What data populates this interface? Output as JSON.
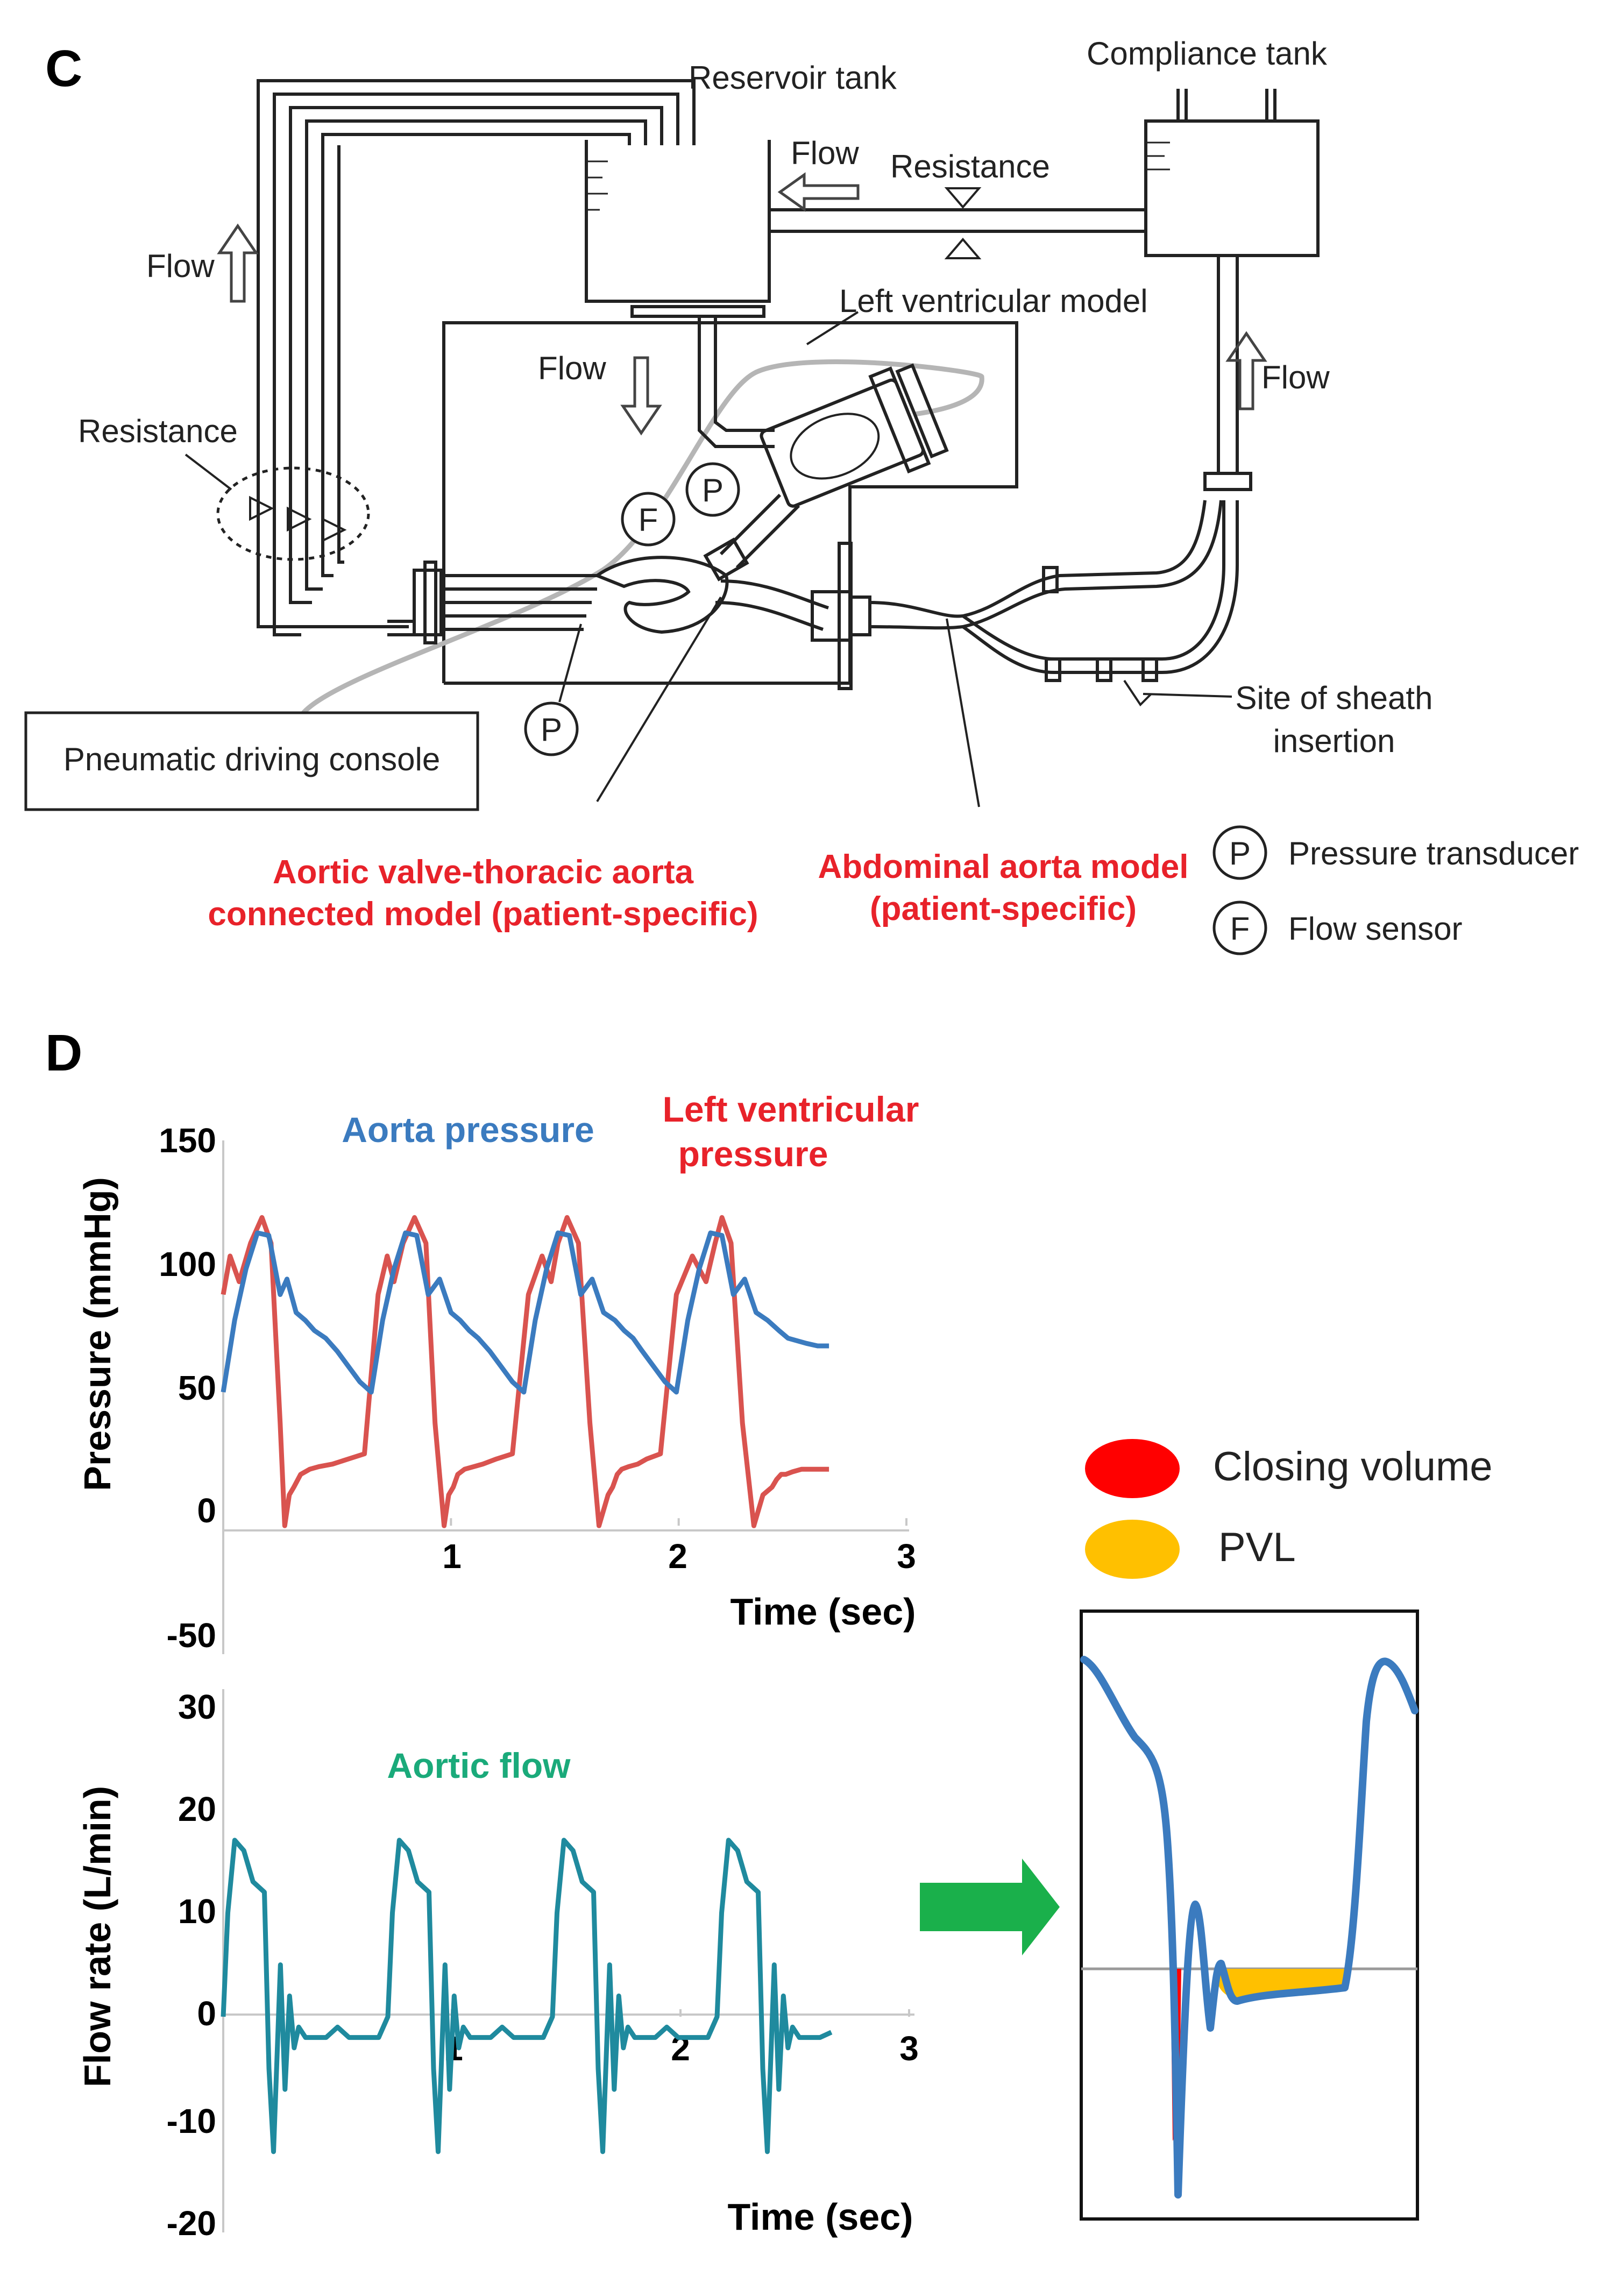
{
  "panels": {
    "c": "C",
    "d": "D"
  },
  "diagram": {
    "reservoir_tank": "Reservoir tank",
    "compliance_tank": "Compliance tank",
    "flow": "Flow",
    "resistance": "Resistance",
    "left_ventricular_model": "Left ventricular model",
    "pneumatic_console": "Pneumatic driving console",
    "site_sheath_line1": "Site of sheath",
    "site_sheath_line2": "insertion",
    "aortic_model_line1": "Aortic valve-thoracic aorta",
    "aortic_model_line2": "connected model (patient-specific)",
    "abdominal_model_line1": "Abdominal aorta model",
    "abdominal_model_line2": "(patient-specific)",
    "pressure_symbol": "P",
    "flow_symbol": "F",
    "legend_pressure": "Pressure transducer",
    "legend_flow": "Flow sensor",
    "colors": {
      "red_label": "#e8222a",
      "line": "#222222"
    }
  },
  "chart_data": [
    {
      "type": "line",
      "title": "",
      "xlabel": "Time (sec)",
      "ylabel": "Pressure  (mmHg)",
      "xlim": [
        0,
        3
      ],
      "ylim": [
        -50,
        150
      ],
      "x_ticks": [
        "1",
        "2",
        "3"
      ],
      "y_ticks": [
        "150",
        "100",
        "50",
        "0",
        "-50"
      ],
      "period_sec": 0.72,
      "series": [
        {
          "name": "Aorta pressure",
          "color": "#3b7bbf",
          "x": [
            0,
            0.05,
            0.1,
            0.15,
            0.2,
            0.25,
            0.28,
            0.32,
            0.36,
            0.4,
            0.45,
            0.5,
            0.55,
            0.6,
            0.65,
            0.7,
            0.75,
            0.8,
            0.85,
            0.9,
            0.95,
            1.0,
            1.04,
            1.08,
            1.12,
            1.17,
            1.22,
            1.27,
            1.32,
            1.37,
            1.42,
            1.47,
            1.52,
            1.57,
            1.62,
            1.67,
            1.72,
            1.76,
            1.8,
            1.84,
            1.89,
            1.94,
            1.99,
            2.04,
            2.09,
            2.14,
            2.19,
            2.24,
            2.29,
            2.34,
            2.39,
            2.44,
            2.48,
            2.52,
            2.56,
            2.61,
            2.66
          ],
          "values": [
            52,
            80,
            100,
            114,
            113,
            90,
            96,
            83,
            80,
            76,
            73,
            68,
            62,
            56,
            52,
            80,
            100,
            114,
            113,
            90,
            96,
            83,
            80,
            76,
            73,
            68,
            62,
            56,
            52,
            80,
            100,
            114,
            113,
            90,
            96,
            83,
            80,
            76,
            73,
            68,
            62,
            56,
            52,
            80,
            100,
            114,
            113,
            90,
            96,
            83,
            80,
            76,
            73,
            72,
            71,
            70,
            70
          ]
        },
        {
          "name": "Left ventricular pressure",
          "color": "#d9534f",
          "x": [
            0,
            0.03,
            0.07,
            0.12,
            0.17,
            0.21,
            0.25,
            0.27,
            0.29,
            0.31,
            0.34,
            0.38,
            0.42,
            0.48,
            0.55,
            0.62,
            0.68,
            0.72,
            0.75,
            0.79,
            0.84,
            0.89,
            0.93,
            0.97,
            0.99,
            1.01,
            1.03,
            1.06,
            1.1,
            1.14,
            1.2,
            1.27,
            1.34,
            1.4,
            1.44,
            1.47,
            1.51,
            1.56,
            1.61,
            1.65,
            1.69,
            1.71,
            1.73,
            1.75,
            1.78,
            1.82,
            1.86,
            1.92,
            1.99,
            2.06,
            2.12,
            2.16,
            2.19,
            2.23,
            2.28,
            2.33,
            2.37,
            2.41,
            2.43,
            2.45,
            2.47,
            2.5,
            2.54,
            2.58,
            2.62,
            2.66
          ],
          "values": [
            90,
            105,
            95,
            110,
            120,
            110,
            40,
            0,
            12,
            15,
            20,
            22,
            23,
            24,
            26,
            28,
            90,
            105,
            95,
            110,
            120,
            110,
            40,
            0,
            12,
            15,
            20,
            22,
            23,
            24,
            26,
            28,
            90,
            105,
            95,
            110,
            120,
            110,
            40,
            0,
            12,
            15,
            20,
            22,
            23,
            24,
            26,
            28,
            90,
            105,
            95,
            110,
            120,
            110,
            40,
            0,
            12,
            15,
            18,
            20,
            20,
            21,
            22,
            22,
            22,
            22
          ]
        }
      ],
      "annotations": [
        "Aorta pressure",
        "Left ventricular",
        "pressure"
      ]
    },
    {
      "type": "line",
      "title": "",
      "xlabel": "Time (sec)",
      "ylabel": "Flow rate (L/min)",
      "xlim": [
        0,
        3
      ],
      "ylim": [
        -20,
        30
      ],
      "x_ticks": [
        "1",
        "2",
        "3"
      ],
      "y_ticks": [
        "30",
        "20",
        "10",
        "0",
        "-10",
        "-20"
      ],
      "series": [
        {
          "name": "Aortic flow",
          "color": "#1f8a9e",
          "x": [
            0,
            0.02,
            0.05,
            0.09,
            0.13,
            0.18,
            0.2,
            0.22,
            0.25,
            0.27,
            0.29,
            0.31,
            0.33,
            0.36,
            0.4,
            0.45,
            0.5,
            0.55,
            0.62,
            0.68,
            0.72,
            0.74,
            0.77,
            0.81,
            0.85,
            0.9,
            0.92,
            0.94,
            0.97,
            0.99,
            1.01,
            1.03,
            1.05,
            1.08,
            1.12,
            1.17,
            1.22,
            1.27,
            1.34,
            1.4,
            1.44,
            1.46,
            1.49,
            1.53,
            1.57,
            1.62,
            1.64,
            1.66,
            1.69,
            1.71,
            1.73,
            1.75,
            1.77,
            1.8,
            1.84,
            1.89,
            1.94,
            1.99,
            2.06,
            2.12,
            2.16,
            2.18,
            2.21,
            2.25,
            2.29,
            2.34,
            2.36,
            2.38,
            2.41,
            2.43,
            2.45,
            2.47,
            2.49,
            2.52,
            2.56,
            2.61,
            2.66
          ],
          "values": [
            0,
            10,
            17,
            16,
            13,
            12,
            -5,
            -13,
            5,
            -7,
            2,
            -3,
            -1,
            -2,
            -2,
            -2,
            -1,
            -2,
            -2,
            -2,
            0,
            10,
            17,
            16,
            13,
            12,
            -5,
            -13,
            5,
            -7,
            2,
            -3,
            -1,
            -2,
            -2,
            -2,
            -1,
            -2,
            -2,
            -2,
            0,
            10,
            17,
            16,
            13,
            12,
            -5,
            -13,
            5,
            -7,
            2,
            -3,
            -1,
            -2,
            -2,
            -2,
            -1,
            -2,
            -2,
            -2,
            0,
            10,
            17,
            16,
            13,
            12,
            -5,
            -13,
            5,
            -7,
            2,
            -3,
            -1,
            -2,
            -2,
            -2,
            -1.5
          ]
        }
      ],
      "annotations": [
        "Aortic flow"
      ]
    }
  ],
  "inset": {
    "legend": [
      "Closing volume",
      "PVL"
    ],
    "colors": {
      "closing_volume": "#ff0000",
      "pvl": "#ffc000",
      "curve": "#3b7bbf",
      "arrow": "#1ab04b"
    }
  }
}
